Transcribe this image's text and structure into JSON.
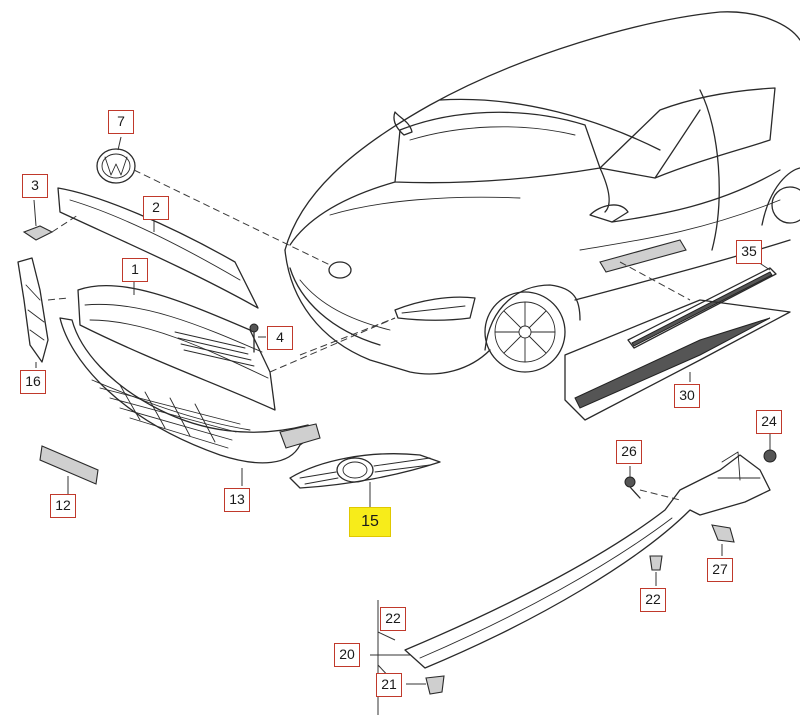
{
  "callouts": {
    "c7": "7",
    "c3": "3",
    "c2": "2",
    "c1": "1",
    "c4": "4",
    "c16": "16",
    "c12": "12",
    "c13": "13",
    "c15": "15",
    "c35": "35",
    "c30": "30",
    "c24": "24",
    "c26": "26",
    "c27": "27",
    "c22a": "22",
    "c22b": "22",
    "c20": "20",
    "c21": "21"
  },
  "highlight_color": "#f7ec1a",
  "callout_border_color": "#c0392b",
  "icons": [
    "vw-emblem-icon"
  ]
}
